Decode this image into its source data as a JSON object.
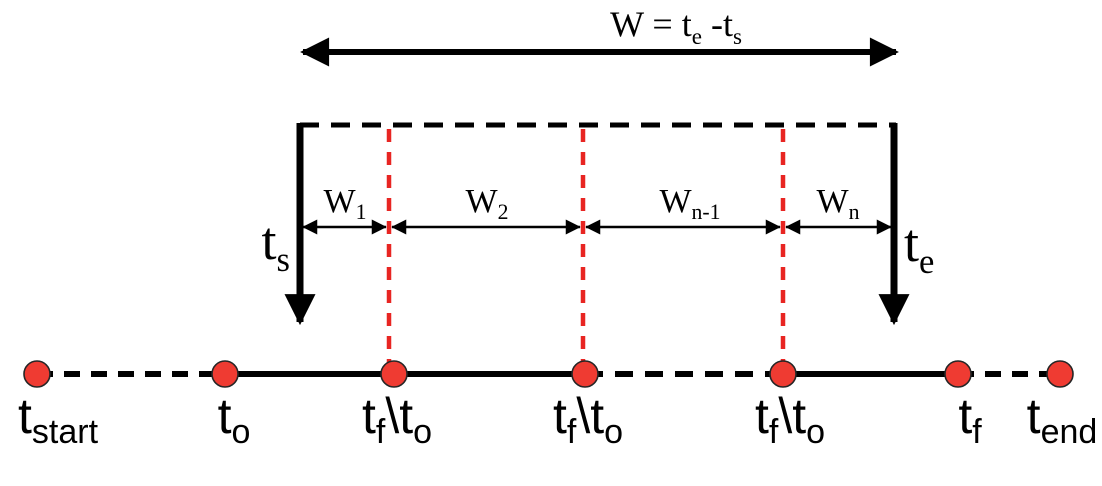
{
  "figure": {
    "description_label": "sliding-window-timeline-diagram",
    "title_formula": {
      "text_plain": "W = te -ts",
      "parts": [
        {
          "t": "W = t"
        },
        {
          "t": "e",
          "sub": true
        },
        {
          "t": " -t"
        },
        {
          "t": "s",
          "sub": true
        }
      ]
    },
    "boundaries": {
      "window_start": {
        "text_plain": "ts",
        "parts": [
          {
            "t": "t"
          },
          {
            "t": "s",
            "sub": true
          }
        ]
      },
      "window_end": {
        "text_plain": "te",
        "parts": [
          {
            "t": "t"
          },
          {
            "t": "e",
            "sub": true
          }
        ]
      }
    },
    "subwindows": [
      {
        "text_plain": "W1",
        "parts": [
          {
            "t": "W"
          },
          {
            "t": "1",
            "sub": true
          }
        ]
      },
      {
        "text_plain": "W2",
        "parts": [
          {
            "t": "W"
          },
          {
            "t": "2",
            "sub": true
          }
        ]
      },
      {
        "text_plain": "Wn-1",
        "parts": [
          {
            "t": "W"
          },
          {
            "t": "n-1",
            "sub": true
          }
        ]
      },
      {
        "text_plain": "Wn",
        "parts": [
          {
            "t": "W"
          },
          {
            "t": "n",
            "sub": true
          }
        ]
      }
    ],
    "timeline_events": [
      {
        "text_plain": "tstart",
        "parts": [
          {
            "t": "t"
          },
          {
            "t": "start",
            "sub": true
          }
        ]
      },
      {
        "text_plain": "to",
        "parts": [
          {
            "t": "t"
          },
          {
            "t": "o",
            "sub": true
          }
        ]
      },
      {
        "text_plain": "tf\\to",
        "parts": [
          {
            "t": "t"
          },
          {
            "t": "f",
            "sub": true
          },
          {
            "t": "\\"
          },
          {
            "t": "t"
          },
          {
            "t": "o",
            "sub": true
          }
        ]
      },
      {
        "text_plain": "tf\\to",
        "parts": [
          {
            "t": "t"
          },
          {
            "t": "f",
            "sub": true
          },
          {
            "t": "\\"
          },
          {
            "t": "t"
          },
          {
            "t": "o",
            "sub": true
          }
        ]
      },
      {
        "text_plain": "tf\\to",
        "parts": [
          {
            "t": "t"
          },
          {
            "t": "f",
            "sub": true
          },
          {
            "t": "\\"
          },
          {
            "t": "t"
          },
          {
            "t": "o",
            "sub": true
          }
        ]
      },
      {
        "text_plain": "tf",
        "parts": [
          {
            "t": "t"
          },
          {
            "t": "f",
            "sub": true
          }
        ]
      },
      {
        "text_plain": "tend",
        "parts": [
          {
            "t": "t"
          },
          {
            "t": "end",
            "sub": true
          }
        ]
      }
    ],
    "colors": {
      "line_black": "#000000",
      "event_dot_fill": "#ef3b32",
      "event_dot_stroke": "#262626",
      "red_divider": "#e82522",
      "background": "#ffffff"
    }
  }
}
